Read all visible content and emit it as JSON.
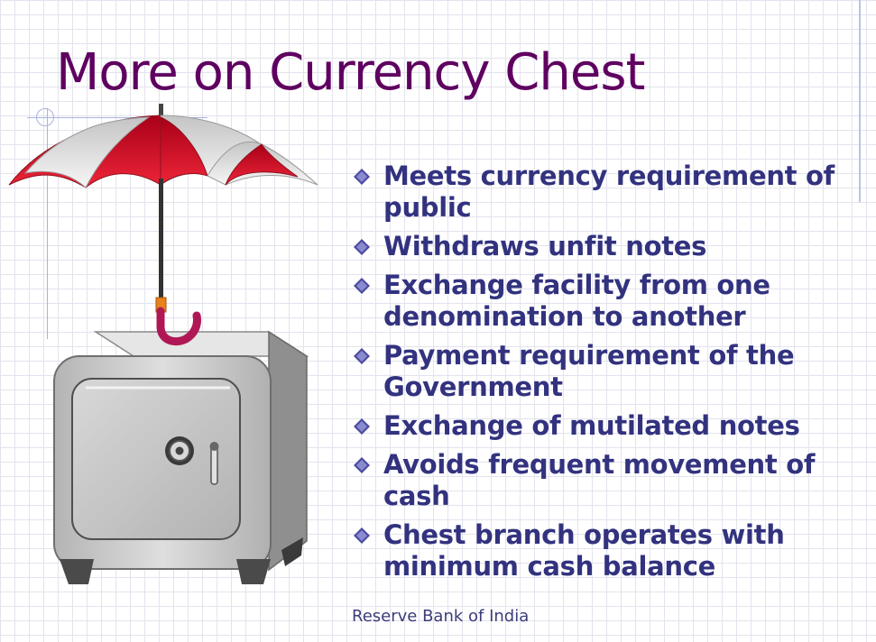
{
  "slide": {
    "title": "More on Currency Chest",
    "bullets": [
      "Meets currency requirement of public",
      "Withdraws unfit notes",
      "Exchange facility from one denomination to another",
      "Payment requirement of the Government",
      "Exchange of mutilated notes",
      "Avoids frequent movement of cash",
      "Chest branch operates with minimum cash balance"
    ],
    "footer": "Reserve Bank of India"
  },
  "colors": {
    "title": "#5f0060",
    "bullet_text": "#32327f",
    "bullet_icon": "#4b4ba0",
    "umbrella_red": "#d0102a",
    "umbrella_white": "#ececec",
    "umbrella_handle": "#b01855",
    "safe_body": "#c8c8c8"
  },
  "icons": {
    "bullet": "diamond-bullet-icon",
    "illustration": "umbrella-over-safe"
  }
}
